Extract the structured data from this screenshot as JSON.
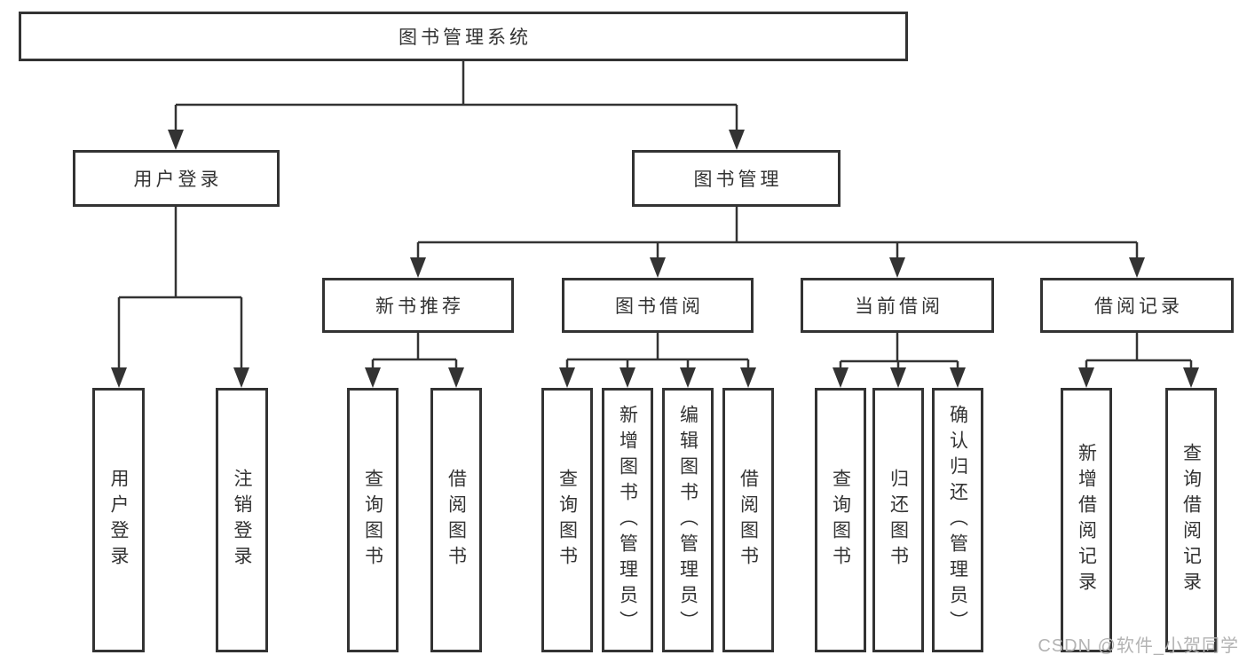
{
  "diagram": {
    "root": {
      "label": "图书管理系统"
    },
    "branches": [
      {
        "label": "用户登录",
        "children": [
          {
            "label": "用户登录"
          },
          {
            "label": "注销登录"
          }
        ]
      },
      {
        "label": "图书管理",
        "groups": [
          {
            "label": "新书推荐",
            "children": [
              {
                "label": "查询图书"
              },
              {
                "label": "借阅图书"
              }
            ]
          },
          {
            "label": "图书借阅",
            "children": [
              {
                "label": "查询图书"
              },
              {
                "label": "新增图书（管理员）"
              },
              {
                "label": "编辑图书（管理员）"
              },
              {
                "label": "借阅图书"
              }
            ]
          },
          {
            "label": "当前借阅",
            "children": [
              {
                "label": "查询图书"
              },
              {
                "label": "归还图书"
              },
              {
                "label": "确认归还（管理员）"
              }
            ]
          },
          {
            "label": "借阅记录",
            "children": [
              {
                "label": "新增借阅记录"
              },
              {
                "label": "查询借阅记录"
              }
            ]
          }
        ]
      }
    ],
    "colors": {
      "line": "#333333",
      "box_border": "#333333",
      "text": "#333333",
      "background": "#ffffff",
      "watermark": "#b3b3b3"
    }
  },
  "watermark": {
    "text": "CSDN @软件_小贺同学"
  }
}
